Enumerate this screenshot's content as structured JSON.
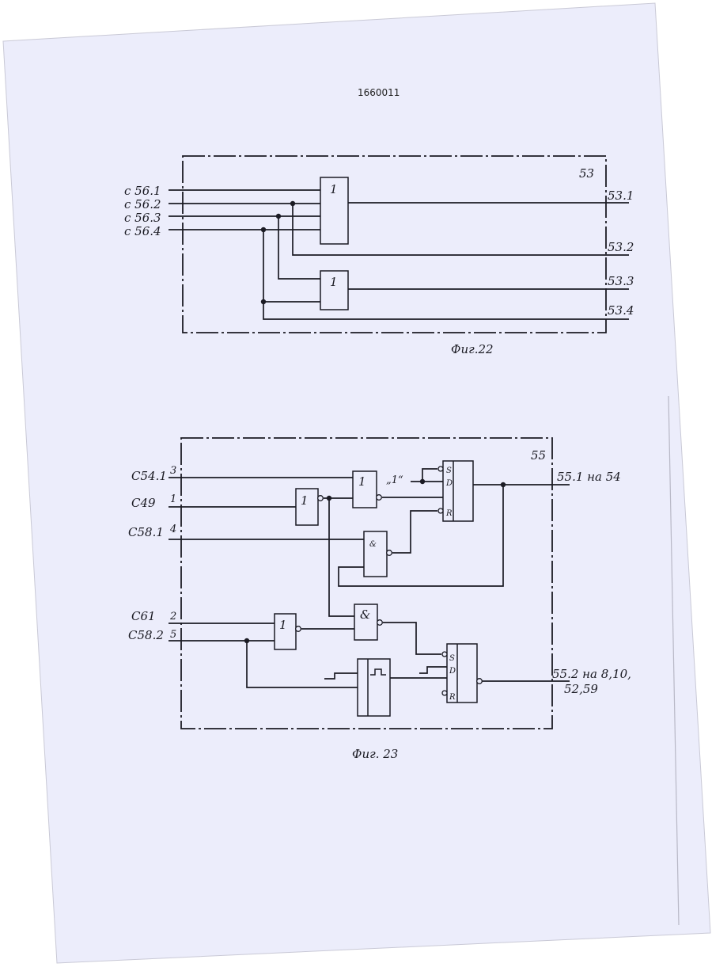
{
  "doc_number": "1660011",
  "fig22": {
    "block_id": "53",
    "caption": "Фиг.22",
    "inputs": [
      "с 56.1",
      "с 56.2",
      "с 56.3",
      "с 56.4"
    ],
    "outputs": [
      "53.1",
      "53.2",
      "53.3",
      "53.4"
    ],
    "gate_upper": "1",
    "gate_lower": "1"
  },
  "fig23": {
    "block_id": "55",
    "caption": "Фиг. 23",
    "inputs": [
      "С54.1",
      "С49",
      "С58.1",
      "С61",
      "С58.2"
    ],
    "pins": [
      "3",
      "1",
      "4",
      "2",
      "5"
    ],
    "const_one": "„1“",
    "output_1": "55.1 на 54",
    "output_2_line1": "55.2 на 8,10,",
    "output_2_line2": "52,59",
    "gate_inv": "1",
    "gate_or": "1",
    "gate_and_upper": "&",
    "gate_and_lower": "&",
    "gate_inv_lower": "1",
    "ff_pin_s": "S",
    "ff_pin_d": "D",
    "ff_pin_r": "R"
  }
}
